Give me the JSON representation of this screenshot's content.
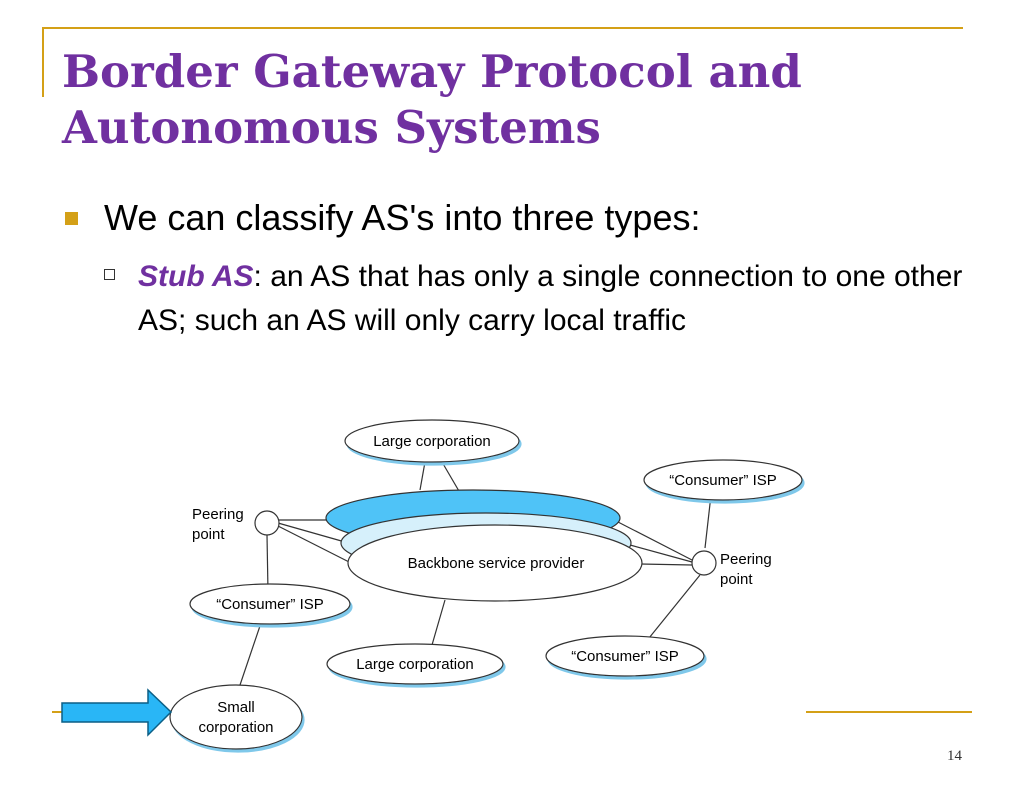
{
  "slide": {
    "title": "Border Gateway Protocol and Autonomous Systems",
    "bullet": "We can classify AS's into three types:",
    "sub_term": "Stub AS",
    "sub_text": ": an AS that has only a single connection to one other AS;  such an AS will only carry local traffic",
    "page_number": "14",
    "accent_color": "#7030A0",
    "gold_color": "#D4A017"
  },
  "diagram": {
    "backbone": "Backbone service provider",
    "large_corp_top": "Large corporation",
    "large_corp_bottom": "Large corporation",
    "consumer_isp_left": "“Consumer” ISP",
    "consumer_isp_top_right": "“Consumer” ISP",
    "consumer_isp_bottom_right": "“Consumer” ISP",
    "small_corp_line1": "Small",
    "small_corp_line2": "corporation",
    "peering_left_line1": "Peering",
    "peering_left_line2": "point",
    "peering_right_line1": "Peering",
    "peering_right_line2": "point",
    "arrow_color": "#29B6F6",
    "backbone_fill": "#4FC3F7",
    "backbone_light": "#D6F0FB"
  }
}
